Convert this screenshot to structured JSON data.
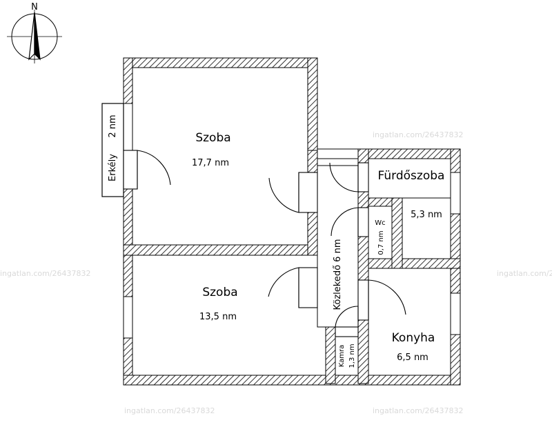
{
  "compass": {
    "north_label": "N"
  },
  "rooms": {
    "szoba1": {
      "name": "Szoba",
      "area": "17,7 nm"
    },
    "szoba2": {
      "name": "Szoba",
      "area": "13,5 nm"
    },
    "furdoszoba": {
      "name": "Fürdőszoba",
      "area": "5,3 nm"
    },
    "wc": {
      "name": "Wc",
      "area": "0,7 nm"
    },
    "kozlekedo": {
      "label": "Közlekedő 6 nm"
    },
    "kamra": {
      "name": "Kamra",
      "area": "1,3 nm"
    },
    "konyha": {
      "name": "Konyha",
      "area": "6,5 nm"
    },
    "erkely": {
      "name": "Erkély",
      "area": "2 nm"
    }
  },
  "watermark": "ingatlan.com/26437832",
  "colors": {
    "wall": "#000000",
    "hatch": "#000000",
    "watermark": "#d9d9d9"
  }
}
